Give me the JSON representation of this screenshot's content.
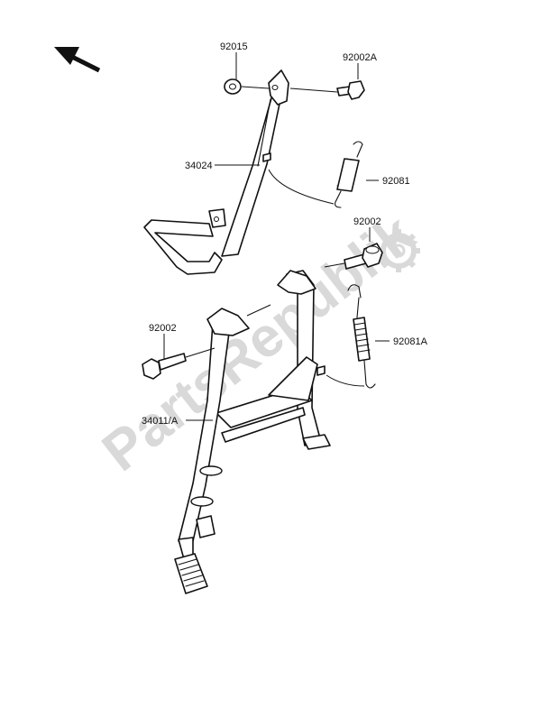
{
  "diagram": {
    "watermark": {
      "text": "PartsRepublik",
      "color": "#d9d9d9"
    },
    "direction_indicator": {
      "icon": "arrow-up-left-icon"
    },
    "labels": {
      "p92015": "92015",
      "p92002A": "92002A",
      "p34024": "34024",
      "p92081": "92081",
      "p92002_top": "92002",
      "p92002_left": "92002",
      "p92081A": "92081A",
      "p34011A": "34011/A"
    }
  }
}
